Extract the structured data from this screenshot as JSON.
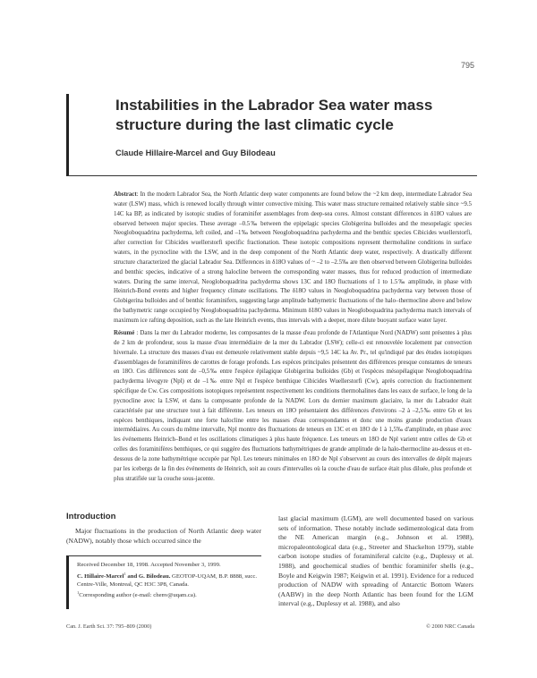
{
  "page": {
    "number": "795"
  },
  "header": {
    "title": "Instabilities in the Labrador Sea water mass structure during the last climatic cycle",
    "authors": "Claude Hillaire-Marcel and Guy Bilodeau"
  },
  "abstract": {
    "label": "Abstract",
    "text": "In the modern Labrador Sea, the North Atlantic deep water components are found below the ~2 km deep, intermediate Labrador Sea water (LSW) mass, which is renewed locally through winter convective mixing. This water mass structure remained relatively stable since ~9.5 14C ka BP, as indicated by isotopic studies of foraminifer assemblages from deep-sea cores. Almost constant differences in δ18O values are observed between major species. These average –0.5‰ between the epipelagic species Globigerina bulloides and the mesopelagic species Neogloboquadrina pachyderma, left coiled, and –1‰ between Neogloboquadrina pachyderma and the benthic species Cibicides wuellerstorfi, after correction for Cibicides wuellerstorfi specific fractionation. These isotopic compositions represent thermohaline conditions in surface waters, in the pycnocline with the LSW, and in the deep component of the North Atlantic deep water, respectively. A drastically different structure characterized the glacial Labrador Sea. Differences in δ18O values of ~ –2 to –2.5‰ are then observed between Globigerina bulloides and benthic species, indicative of a strong halocline between the corresponding water masses, thus for reduced production of intermediate waters. During the same interval, Neogloboquadrina pachyderma shows 13C and 18O fluctuations of 1 to 1.5‰ amplitude, in phase with Heinrich-Bond events and higher frequency climate oscillations. The δ18O values in Neogloboquadrina pachyderma vary between those of Globigerina bulloides and of benthic foraminifers, suggesting large amplitude bathymetric fluctuations of the halo–thermocline above and below the bathymetric range occupied by Neogloboquadrina pachyderma. Minimum δ18O values in Neogloboquadrina pachyderma match intervals of maximum ice rafting deposition, such as the late Heinrich events, thus intervals with a deeper, more dilute buoyant surface water layer."
  },
  "resume": {
    "label": "Résumé",
    "text": "Dans la mer du Labrador moderne, les composantes de la masse d'eau profonde de l'Atlantique Nord (NADW) sont présentes à plus de 2 km de profondeur, sous la masse d'eau intermédiaire de la mer du Labrador (LSW); celle-ci est renouvelée localement par convection hivernale. La structure des masses d'eau est demeurée relativement stable depuis ~9,5 14C ka Av. Pr., tel qu'indiqué par des études isotopiques d'assemblages de foraminifères de carottes de forage profonds. Les espèces principales présentent des différences presque constantes de teneurs en 18O. Ces différences sont de –0,5‰ entre l'espèce épilagique Globigerina bulloides (Gb) et l'espèces mésopélagique Neogloboquadrina pachyderma lévogyre (Npl) et de –1‰ entre Npl et l'espèce benthique Cibicides Wuellerstorfi (Cw), après correction du fractionnement spécifique de Cw. Ces compositions isotopiques représentent respectivement les conditions thermohalines dans les eaux de surface, le long de la pycnocline avec la LSW, et dans la composante profonde de la NADW. Lors du dernier maximum glaciaire, la mer du Labrador était caractérisée par une structure tout à fait différente. Les teneurs en 18O présentaient des différences d'environs –2 à –2,5‰ entre Gb et les espèces benthiques, indiquant une forte halocline entre les masses d'eau correspondantes et donc une moins grande production d'eaux intermédiaires. Au cours du même intervalle, Npl montre des fluctuations de teneurs en 13C et en 18O de 1 à 1,5‰ d'amplitude, en phase avec les événements Heinrich–Bond et les oscillations climatiques à plus haute fréquence. Les teneurs en 18O de Npl varient entre celles de Gb et celles des foraminifères benthiques, ce qui suggère des fluctuations bathymétriques de grande amplitude de la halo-thermocline au-dessus et en-dessous de la zone bathymétrique occupée par Npl. Les teneurs minimales en 18O de Npl s'observent au cours des intervalles de dépôt majeurs par les icebergs de la fin des événements de Heinrich, soit au cours d'intervalles où la couche d'eau de surface était plus diluée, plus profonde et plus stratifiée sur la couche sous-jacente."
  },
  "introduction": {
    "heading": "Introduction",
    "left_text": "Major fluctuations in the production of North Atlantic deep water (NADW), notably those which occurred since the",
    "right_text": "last glacial maximum (LGM), are well documented based on various sets of information. These notably include sedimentological data from the NE American margin (e.g., Johnson et al. 1988), micropaleontological data (e.g., Streeter and Shackelton 1979), stable carbon isotope studies of foraminiferal calcite (e.g., Duplessy et al. 1988), and geochemical studies of benthic foraminifer shells (e.g., Boyle and Keigwin 1987; Keigwin et al. 1991). Evidence for a reduced production of NADW with spreading of Antarctic Bottom Waters (AABW) in the deep North Atlantic has been found for the LGM interval (e.g., Duplessy et al. 1988), and also"
  },
  "footnote": {
    "received": "Received December 18, 1998. Accepted November 3, 1999.",
    "authors_bold": "C. Hillaire-Marcel",
    "authors_sup": "1",
    "authors_and": " and G. Bilodeau.",
    "affiliation": " GEOTOP-UQAM, B.P. 8888, succ. Centre-Ville, Montreal, QC H3C 3P8, Canada.",
    "corresponding_sup": "1",
    "corresponding": "Corresponding author (e-mail: chenv@uqam.ca)."
  },
  "footer": {
    "citation": "Can. J. Earth Sci. 37: 795–809 (2000)",
    "copyright": "© 2000 NRC Canada"
  }
}
